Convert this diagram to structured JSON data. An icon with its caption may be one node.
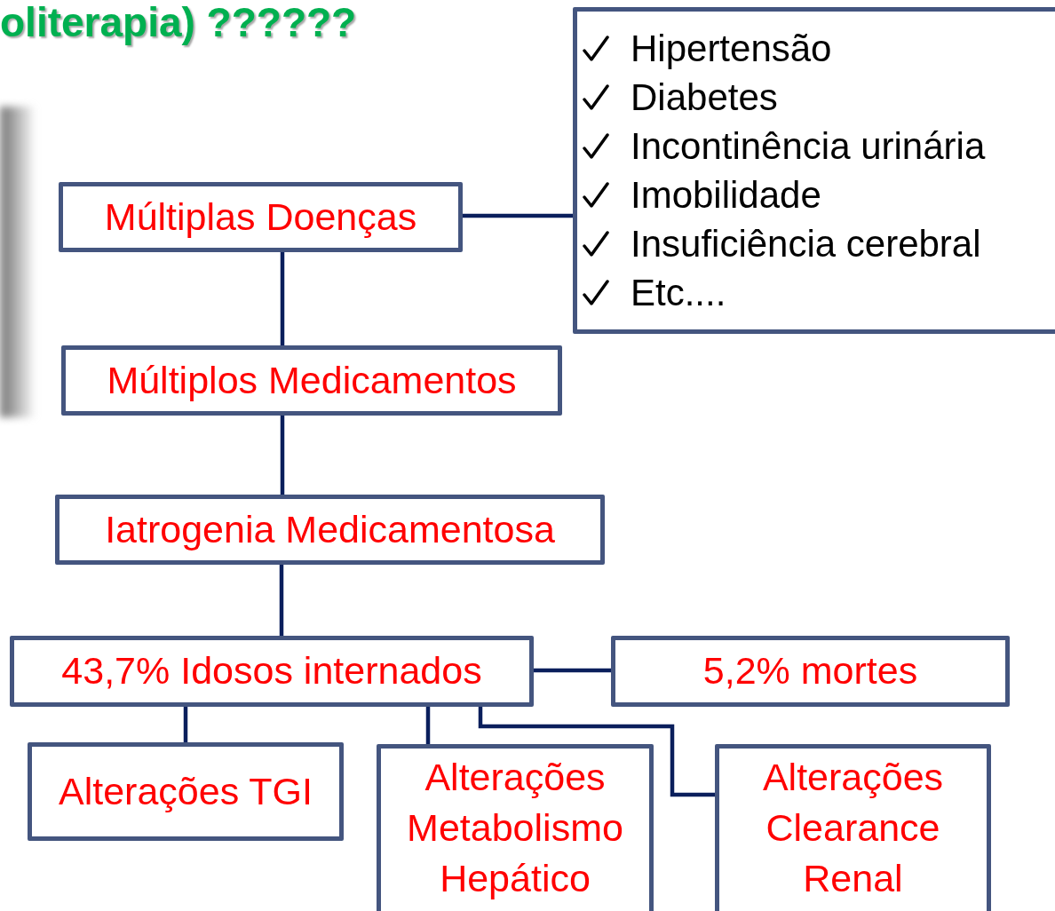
{
  "diagram": {
    "title": "oliterapia) ??????",
    "nodes": [
      {
        "text": [
          "Múltiplas Doenças"
        ]
      },
      {
        "text": [
          "Hipertensão",
          "Diabetes",
          "Incontinência urinária",
          "Imobilidade",
          "Insuficiência cerebral",
          "Etc...."
        ]
      },
      {
        "text": [
          "Múltiplos Medicamentos"
        ]
      },
      {
        "text": [
          "Iatrogenia Medicamentosa"
        ]
      },
      {
        "text": [
          "43,7% Idosos internados"
        ]
      },
      {
        "text": [
          "5,2% mortes"
        ]
      },
      {
        "text": [
          "Alterações TGI"
        ]
      },
      {
        "text": [
          "Alterações Metabolismo Hepático"
        ]
      },
      {
        "text": [
          "Alterações Clearance Renal"
        ]
      }
    ],
    "edges": [
      {
        "from": 0,
        "to": 1,
        "arrow": "none"
      },
      {
        "from": 0,
        "to": 2,
        "arrow": "none"
      },
      {
        "from": 2,
        "to": 3,
        "arrow": "none"
      },
      {
        "from": 3,
        "to": 4,
        "arrow": "none"
      },
      {
        "from": 4,
        "to": 5,
        "arrow": "none"
      },
      {
        "from": 4,
        "to": 6,
        "arrow": "none"
      },
      {
        "from": 4,
        "to": 7,
        "arrow": "none"
      },
      {
        "from": 4,
        "to": 8,
        "arrow": "none"
      }
    ]
  }
}
